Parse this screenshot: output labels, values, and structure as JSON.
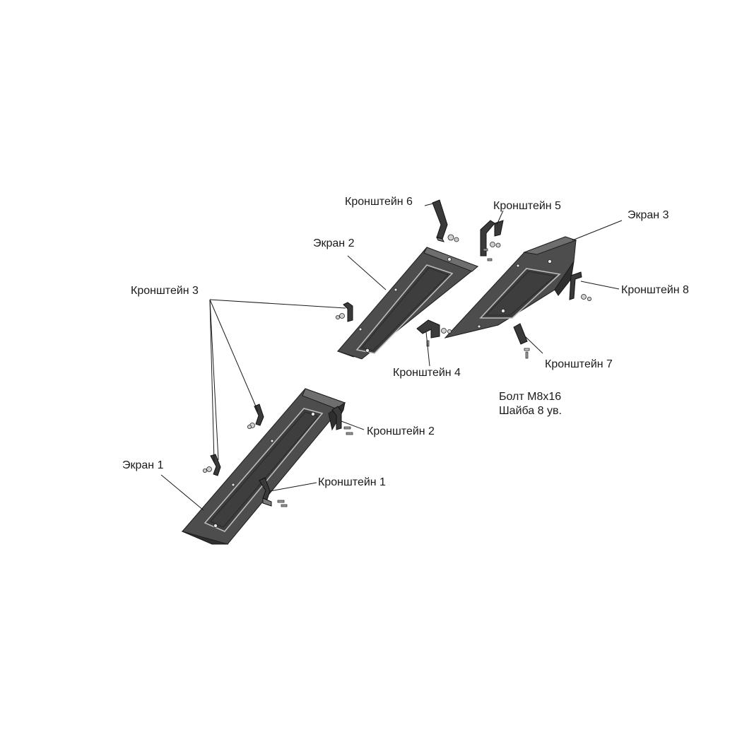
{
  "labels": {
    "screen1": "Экран 1",
    "screen2": "Экран 2",
    "screen3": "Экран 3",
    "bracket1": "Кронштейн 1",
    "bracket2": "Кронштейн 2",
    "bracket3": "Кронштейн 3",
    "bracket4": "Кронштейн 4",
    "bracket5": "Кронштейн 5",
    "bracket6": "Кронштейн 6",
    "bracket7": "Кронштейн 7",
    "bracket8": "Кронштейн 8",
    "bolt": "Болт М8х16",
    "washer": "Шайба 8 ув."
  }
}
